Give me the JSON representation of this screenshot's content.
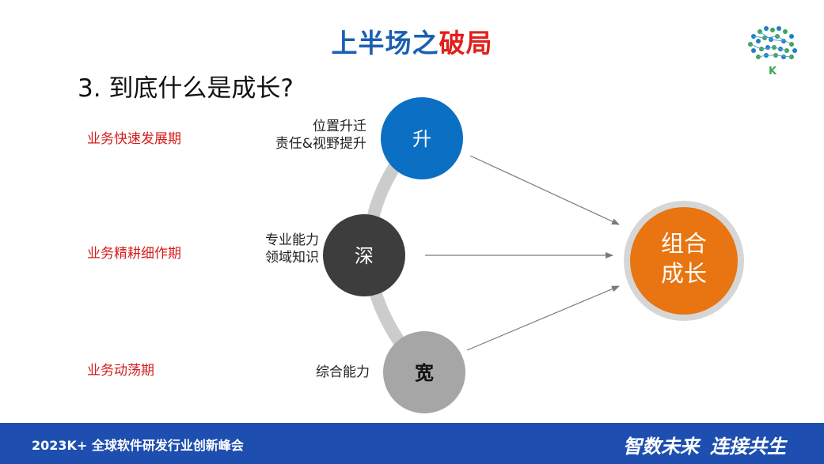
{
  "title": {
    "part1": "上半场之",
    "part2": "破局"
  },
  "question": "3. 到底什么是成长?",
  "phases": [
    "业务快速发展期",
    "业务精耕细作期",
    "业务动荡期"
  ],
  "nodes": {
    "sheng": {
      "char": "升",
      "label_line1": "位置升迁",
      "label_line2": "责任&视野提升"
    },
    "shen": {
      "char": "深",
      "label_line1": "专业能力",
      "label_line2": "领域知识"
    },
    "kuan": {
      "char": "宽",
      "label_line1": "综合能力"
    }
  },
  "result": {
    "line1": "组合",
    "line2": "成长"
  },
  "logo": {
    "letter": "K"
  },
  "footer": {
    "left": "2023K+ 全球软件研发行业创新峰会",
    "right1": "智数未来",
    "right2": "连接共生"
  },
  "colors": {
    "title_blue": "#1a5fb4",
    "title_red": "#e0201b",
    "phase_red": "#d41c1c",
    "circle_blue": "#0b6fc4",
    "circle_dark": "#3d3d3d",
    "circle_gray": "#a6a6a6",
    "circle_orange": "#e87511",
    "footer_blue": "#1e4fb0"
  }
}
